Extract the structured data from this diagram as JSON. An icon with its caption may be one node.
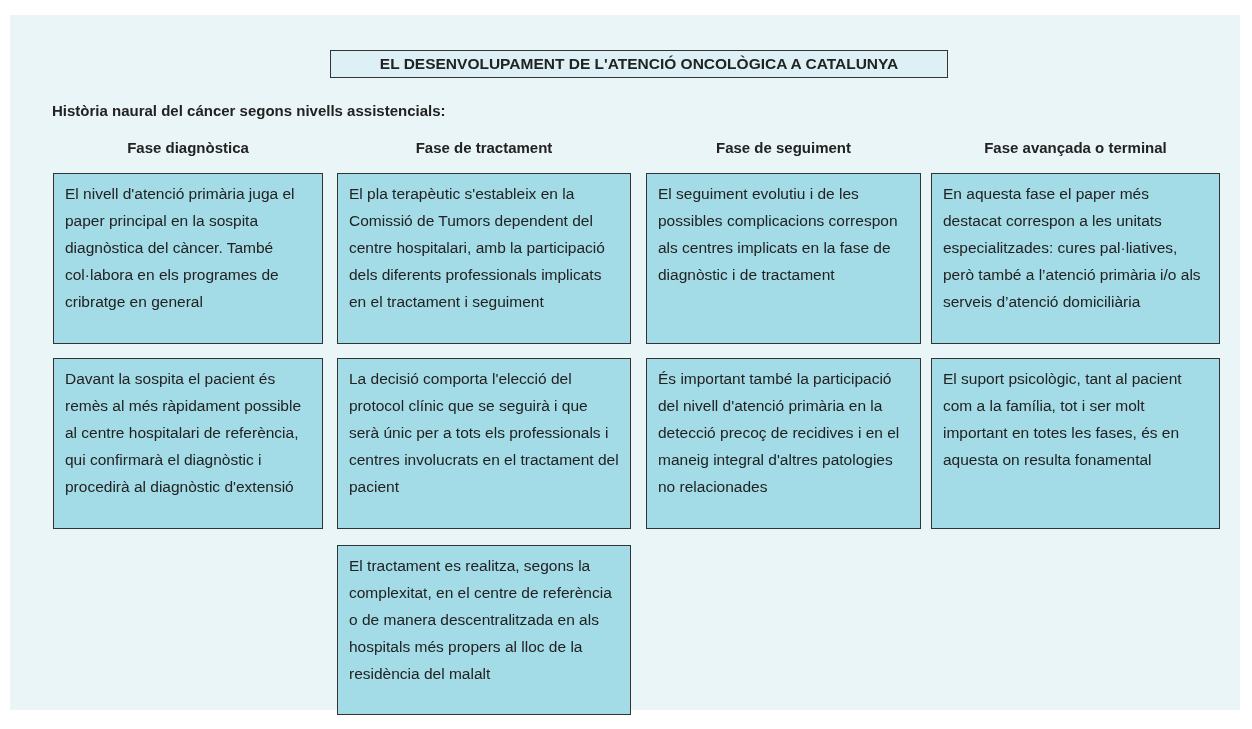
{
  "diagram": {
    "title": "EL DESENVOLUPAMENT DE L'ATENCIÓ ONCOLÒGICA A CATALUNYA",
    "nodes": [
      {
        "text": [
          "El nivell d'atenció primària juga el paper principal en la sospita diagnòstica del càncer. També col·labora en els programes de cribratge en general"
        ]
      },
      {
        "text": [
          "El pla terapèutic s'estableix en la Comissió de Tumors dependent del centre hospitalari, amb la participació dels diferents professionals implicats en el tractament i seguiment"
        ]
      },
      {
        "text": [
          "El seguiment evolutiu i de les possibles complicacions correspon als centres implicats en la fase de diagnòstic i de tractament"
        ]
      },
      {
        "text": [
          "En aquesta fase el paper més destacat correspon a les unitats especialitzades: cures pal·liatives, però també a l’atenció primària i/o als serveis d’atenció domiciliària"
        ]
      },
      {
        "text": [
          "Davant la sospita el pacient és remès al més ràpidament possible al centre hospitalari de referència, qui confirmarà el diagnòstic i procedirà al diagnòstic d'extensió"
        ]
      },
      {
        "text": [
          "La decisió comporta l'elecció del protocol clínic que se seguirà i que serà únic per a tots els professionals i centres involucrats en el tractament del pacient"
        ]
      },
      {
        "text": [
          "És important també la participació del nivell d'atenció primària en la detecció precoç de recidives i en el maneig integral d'altres patologies no relacionades"
        ]
      },
      {
        "text": [
          "El suport psicològic, tant al pacient com a la família, tot i ser molt important en totes les fases, és en aquesta on resulta fonamental"
        ]
      },
      {
        "text": [
          "El tractament es realitza, segons la complexitat, en el centre de referència o de manera descentralitzada en als hospitals més propers al lloc de la residència del malalt"
        ]
      }
    ],
    "labels": [
      "Història naural del cáncer segons nivells assistencials:",
      "Fase diagnòstica",
      "Fase de tractament",
      "Fase de seguiment",
      "Fase avançada o terminal"
    ]
  }
}
